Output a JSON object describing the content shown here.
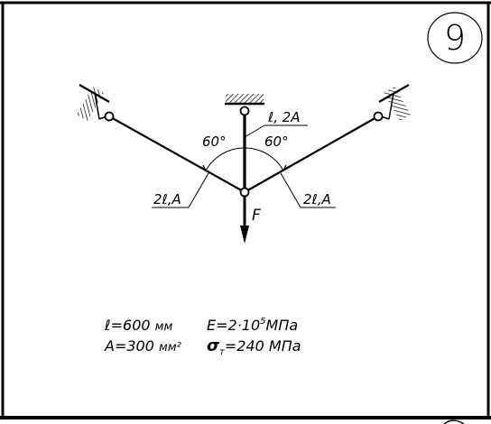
{
  "problem_number": "9",
  "labels": {
    "center_bar": "ℓ, 2A",
    "left_bar": "2ℓ,A",
    "right_bar": "2ℓ,A",
    "force": "F",
    "angle_left": "60°",
    "angle_right": "60°"
  },
  "given": {
    "length": {
      "prefix": "ℓ=600 ",
      "unit": "мм"
    },
    "area": {
      "prefix": "A=300 ",
      "unit": "мм²"
    },
    "modulus": {
      "prefix": "E=2·10",
      "exp": "5",
      "unit": "МПа"
    },
    "yield": {
      "symbol": "σ",
      "sub": "т",
      "rest": "=240 МПа"
    }
  }
}
